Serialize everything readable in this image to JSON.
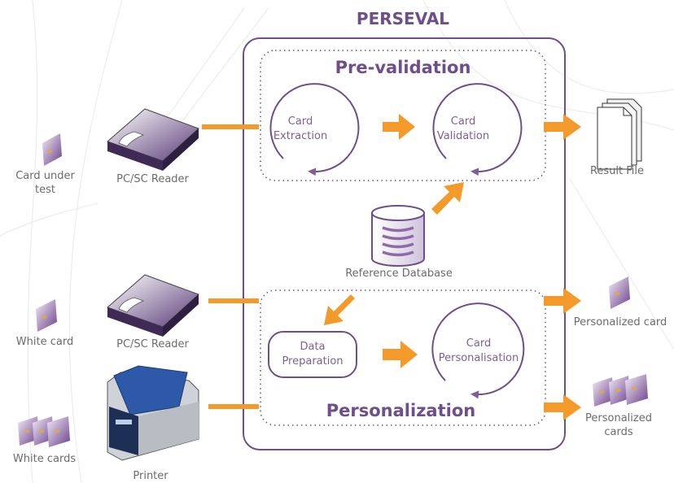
{
  "diagram": {
    "title": "PERSEVAL",
    "prevalidation": {
      "title": "Pre-validation",
      "card_extraction": "Card\nExtraction",
      "card_validation": "Card\nValidation"
    },
    "personalization": {
      "title": "Personalization",
      "data_preparation": "Data\nPreparation",
      "card_personalisation": "Card\nPersonalisation"
    },
    "reference_database": "Reference Database",
    "left": {
      "card_under_test": "Card under\ntest",
      "reader_top": "PC/SC Reader",
      "white_card": "White card",
      "reader_bottom": "PC/SC Reader",
      "white_cards": "White cards",
      "printer": "Printer"
    },
    "right": {
      "result_file": "Result File",
      "personalized_card": "Personalized card",
      "personalized_cards": "Personalized\ncards"
    },
    "colors": {
      "purple": "#6e4f8a",
      "orange": "#f39a2a",
      "text": "#6b6b6b"
    }
  }
}
